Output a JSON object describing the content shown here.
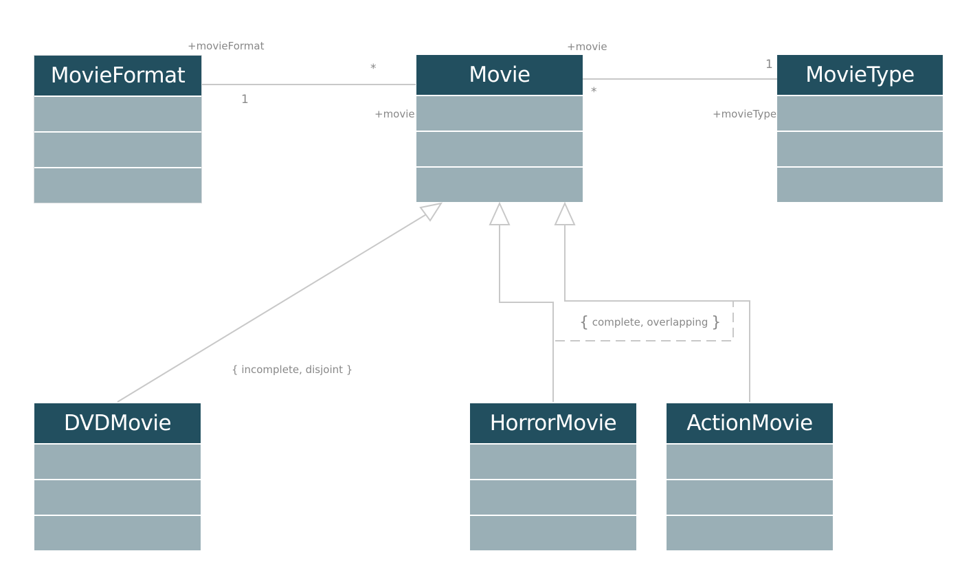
{
  "colors": {
    "header": "#224f5f",
    "row": "#9aafb6",
    "line": "#c8c8c8",
    "text_muted": "#888888"
  },
  "classes": {
    "movie_format": {
      "name": "MovieFormat"
    },
    "movie": {
      "name": "Movie"
    },
    "movie_type": {
      "name": "MovieType"
    },
    "dvd_movie": {
      "name": "DVDMovie"
    },
    "horror_movie": {
      "name": "HorrorMovie"
    },
    "action_movie": {
      "name": "ActionMovie"
    }
  },
  "associations": {
    "format_movie": {
      "format_role": "+movieFormat",
      "format_multiplicity": "1",
      "movie_role": "+movie",
      "movie_multiplicity": "*"
    },
    "movie_type": {
      "movie_role": "+movie",
      "movie_multiplicity": "*",
      "type_role": "+movieType",
      "type_multiplicity": "1"
    }
  },
  "constraints": {
    "dvd": "incomplete, disjoint",
    "genre": "complete, overlapping"
  }
}
